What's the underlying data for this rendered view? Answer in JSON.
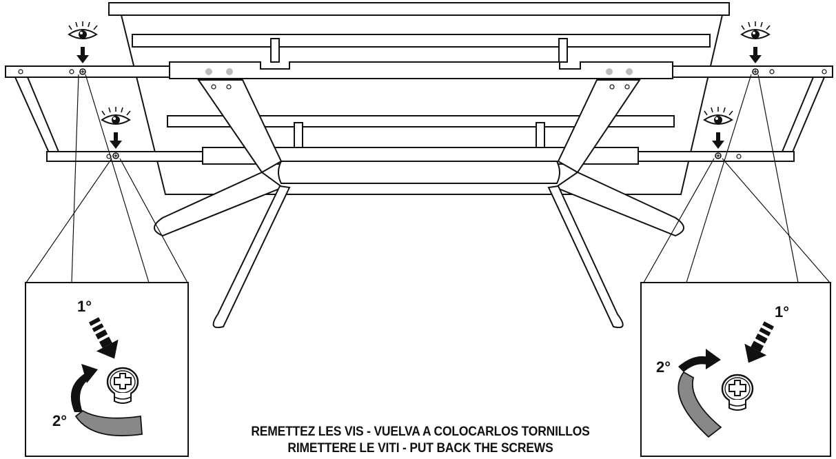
{
  "diagram": {
    "caption_line_1": "REMETTEZ LES VIS - VUELVA A COLOCARLOS TORNILLOS",
    "caption_line_2": "RIMETTERE  LE VITI - PUT BACK THE SCREWS",
    "left_detail": {
      "step_1": "1°",
      "step_2": "2°"
    },
    "right_detail": {
      "step_1": "1°",
      "step_2": "2°"
    },
    "icons": [
      "eye-icon",
      "down-arrow-icon",
      "screw-icon",
      "rotate-arrow-icon",
      "insert-arrow-icon"
    ],
    "colors": {
      "line": "#111111",
      "indicator_gray": "#888888",
      "dot_gray": "#bbbbbb",
      "background": "#ffffff"
    }
  }
}
